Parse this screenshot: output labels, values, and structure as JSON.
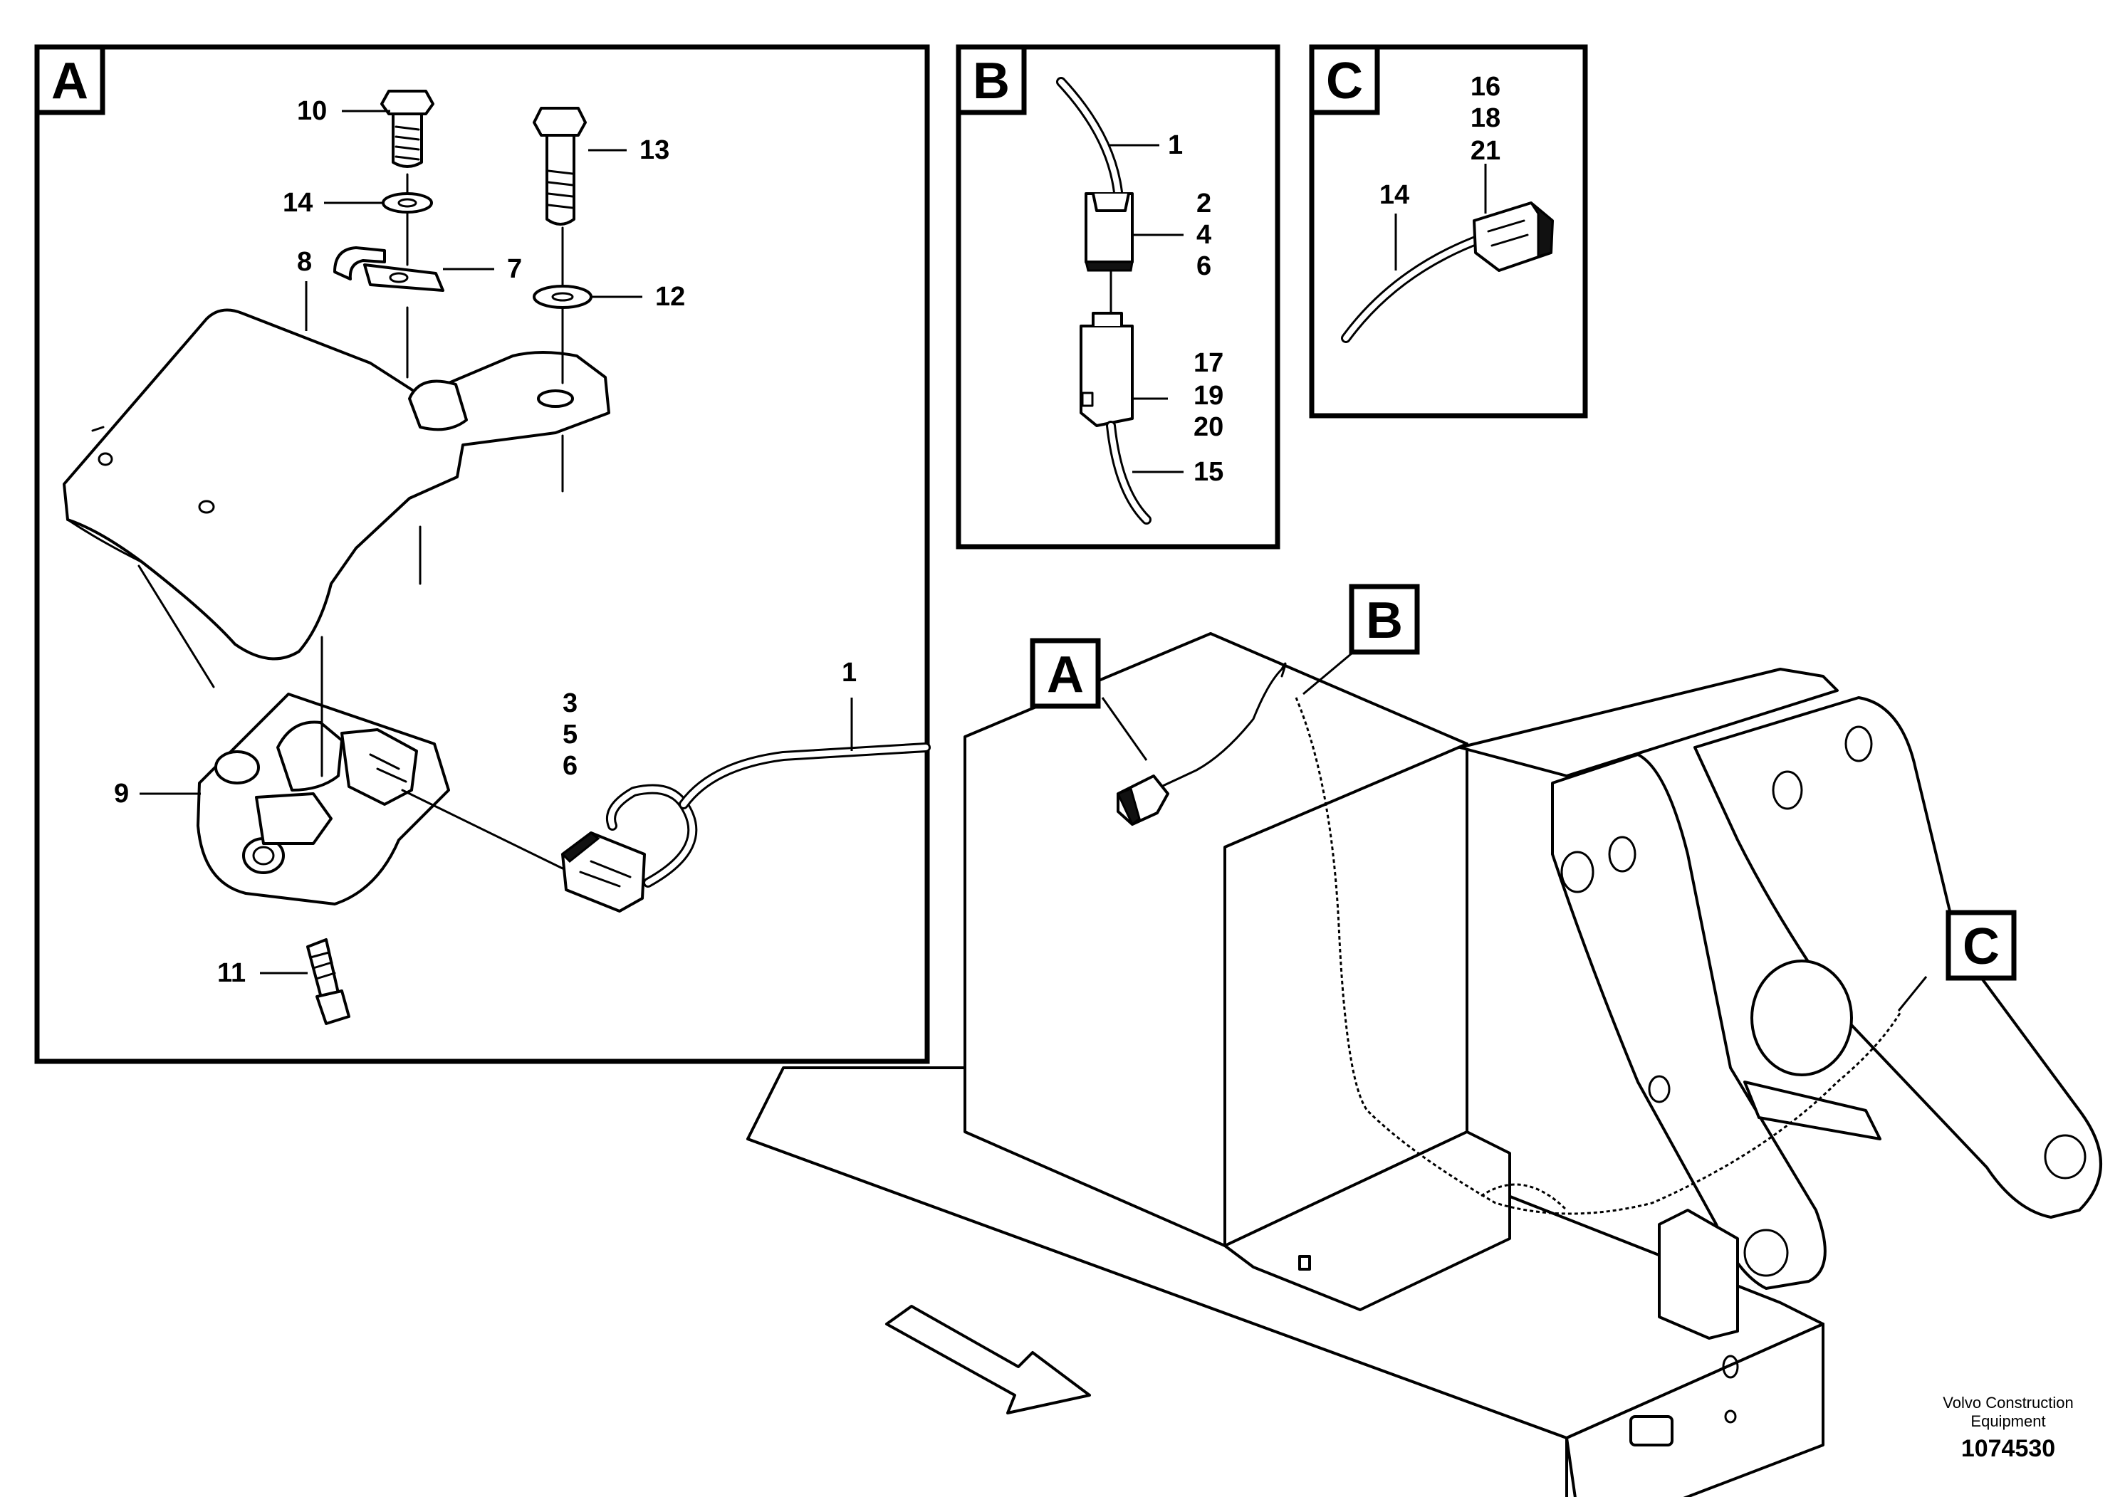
{
  "panels": {
    "A": {
      "tag": "A",
      "callouts": [
        "10",
        "14",
        "13",
        "8",
        "7",
        "12",
        "9",
        "3",
        "5",
        "6",
        "1",
        "11"
      ]
    },
    "B": {
      "tag": "B",
      "callouts": [
        "1",
        "2",
        "4",
        "6",
        "17",
        "19",
        "20",
        "15"
      ]
    },
    "C": {
      "tag": "C",
      "callouts": [
        "16",
        "18",
        "21",
        "14"
      ]
    }
  },
  "overview_tags": [
    "A",
    "B",
    "C"
  ],
  "footer": {
    "company_line1": "Volvo Construction",
    "company_line2": "Equipment",
    "drawing_number": "1074530"
  }
}
